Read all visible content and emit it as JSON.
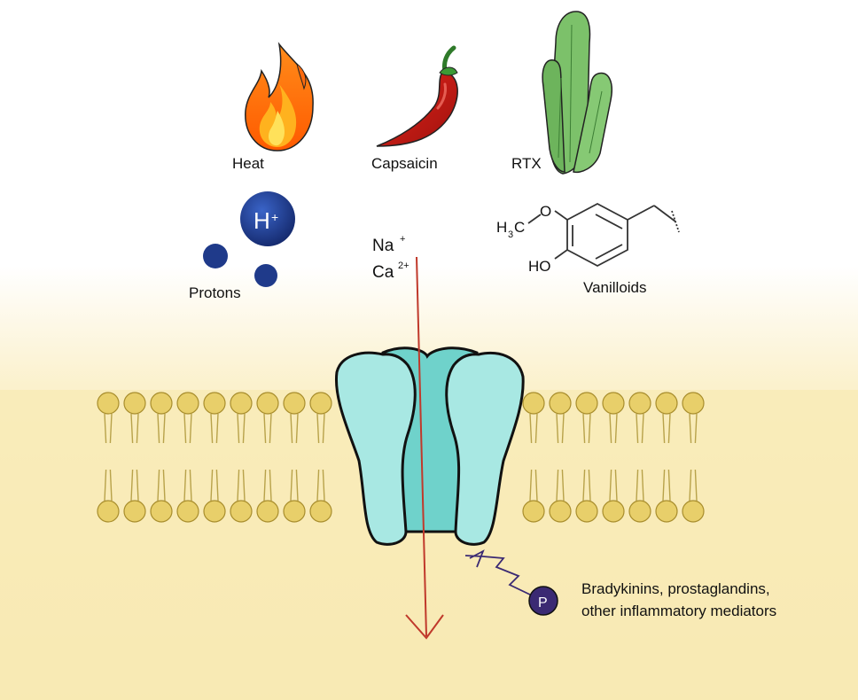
{
  "stimuli": {
    "heat": "Heat",
    "capsaicin": "Capsaicin",
    "rtx": "RTX",
    "protons": "Protons",
    "proton_symbol": "H",
    "proton_charge": "+",
    "vanilloids": "Vanilloids"
  },
  "molecule": {
    "methyl": "H",
    "methyl_sub": "3",
    "methyl_c": "C",
    "oxygen": "O",
    "hydroxyl": "HO"
  },
  "ions": {
    "na": "Na",
    "na_charge": "+",
    "ca": "Ca",
    "ca_charge": "2+"
  },
  "modulation": {
    "phospho_symbol": "P",
    "line1": "Bradykinins, prostaglandins,",
    "line2": "other inflammatory mediators"
  },
  "colors": {
    "background_tint": "#f8ecb8",
    "lipid_head": "#e8cf6a",
    "channel": "#a8e6e2",
    "channel_dark": "#5ccac3",
    "ion_arrow": "#c0392b",
    "proton": "#1f3a8a",
    "phosphate": "#3b2a73"
  }
}
